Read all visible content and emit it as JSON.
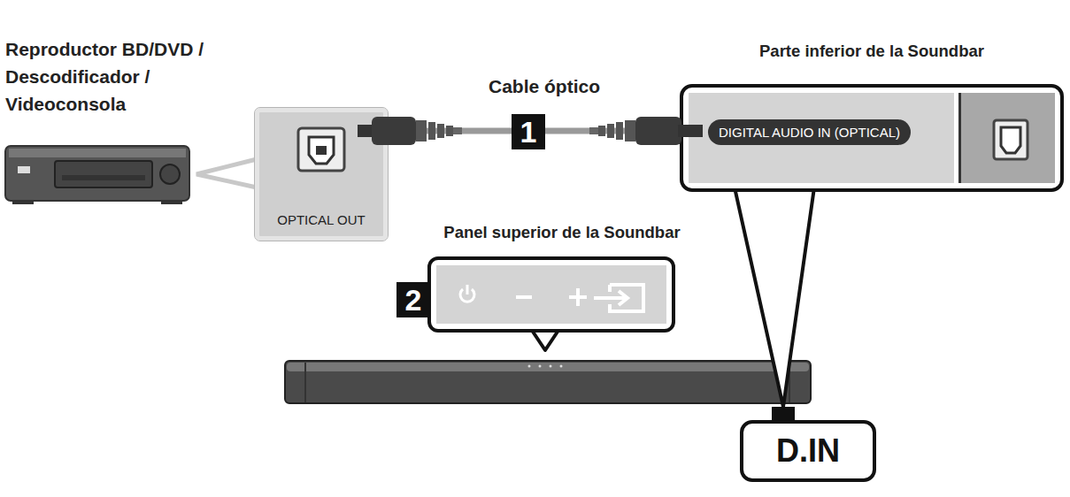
{
  "diagram": {
    "nodes": [
      {
        "text": [
          "OPTICAL OUT"
        ]
      },
      {
        "text": [
          "Parte inferior de la Soundbar",
          "DIGITAL AUDIO IN (OPTICAL)"
        ]
      },
      {
        "text": [
          "Panel superior de la Soundbar"
        ]
      },
      {
        "text": [
          "D.IN"
        ]
      }
    ],
    "edges": [
      {
        "from": 0,
        "to": 1,
        "arrow": "none"
      }
    ],
    "labels": [
      "Reproductor BD/DVD / Descodificador / Videoconsola",
      "Cable óptico",
      "1",
      "2"
    ]
  }
}
